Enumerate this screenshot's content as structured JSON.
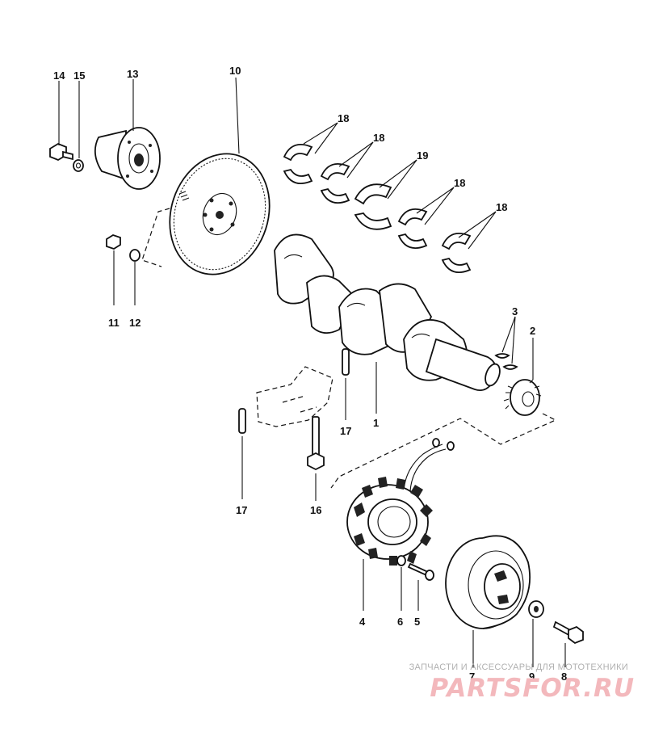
{
  "callouts": {
    "c1": "1",
    "c2": "2",
    "c3": "3",
    "c4": "4",
    "c5": "5",
    "c6": "6",
    "c7": "7",
    "c8": "8",
    "c9": "9",
    "c10": "10",
    "c11": "11",
    "c12": "12",
    "c13": "13",
    "c14": "14",
    "c15": "15",
    "c16": "16",
    "c17a": "17",
    "c17b": "17",
    "c18a": "18",
    "c18b": "18",
    "c18c": "18",
    "c18d": "18",
    "c19": "19"
  },
  "watermark": {
    "caption": "ЗАПЧАСТИ И АКСЕССУАРЫ ДЛЯ МОТОТЕХНИКИ",
    "logo": "PARTSFOR.RU",
    "logo_color": "#f3b8bc"
  }
}
